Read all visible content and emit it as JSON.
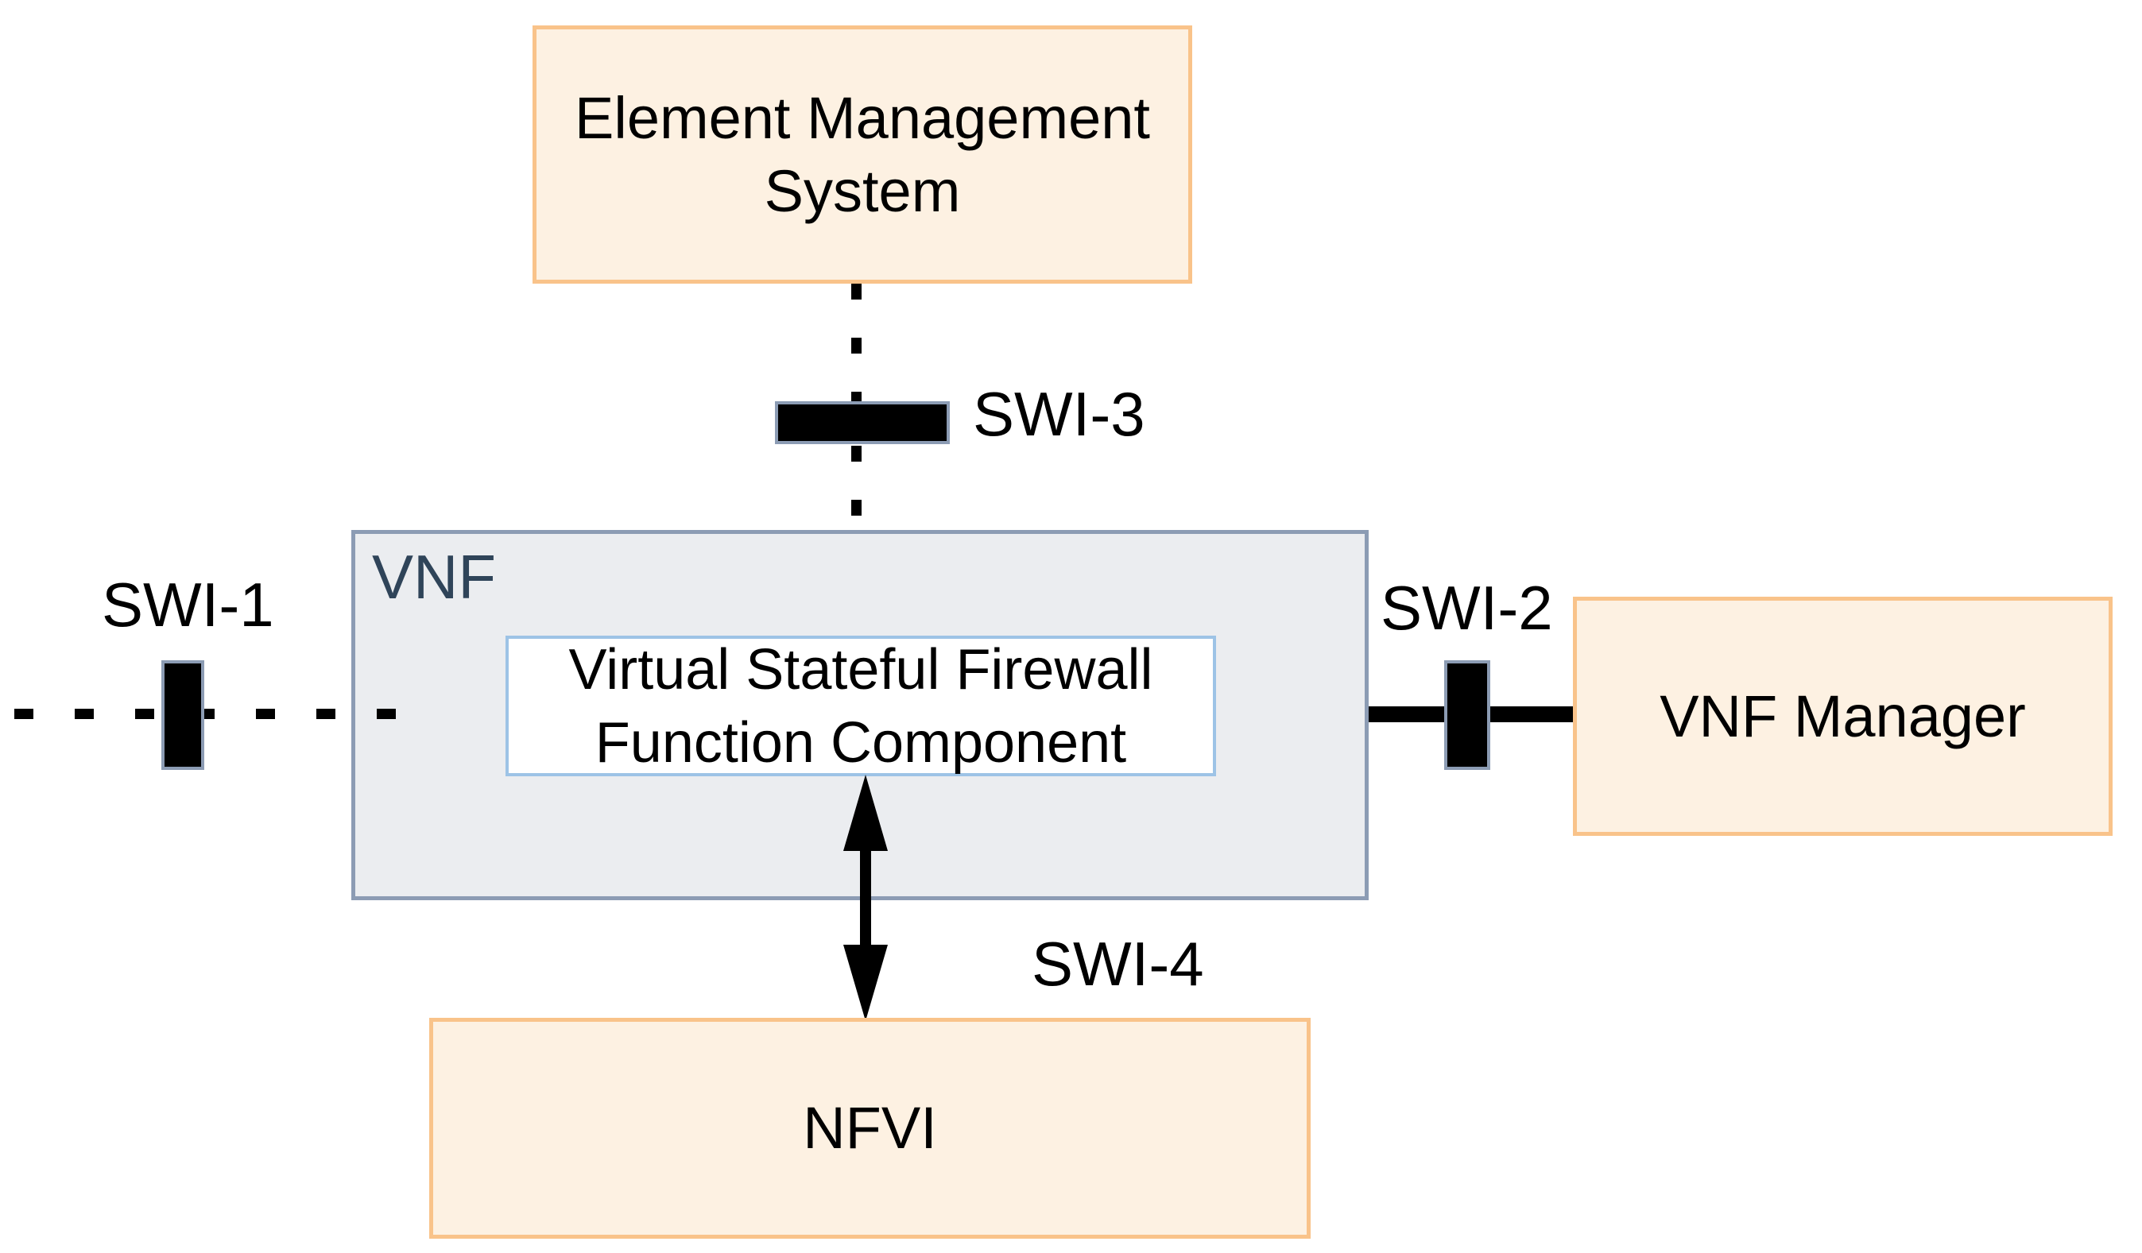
{
  "diagram": {
    "boxes": {
      "ems": {
        "lines": [
          "Element Management",
          "System"
        ]
      },
      "vnf": {
        "label": "VNF"
      },
      "vsfc": {
        "lines": [
          "Virtual Stateful Firewall",
          "Function Component"
        ]
      },
      "vnf_manager": {
        "label": "VNF Manager"
      },
      "nfvi": {
        "label": "NFVI"
      }
    },
    "interfaces": {
      "swi1": {
        "label": "SWI-1"
      },
      "swi2": {
        "label": "SWI-2"
      },
      "swi3": {
        "label": "SWI-3"
      },
      "swi4": {
        "label": "SWI-4"
      }
    },
    "colors": {
      "box_fill_orange": "#FDF1E2",
      "box_border_orange": "#F9C38A",
      "vnf_fill": "#EBEDF0",
      "vnf_border": "#8C9CB4",
      "inner_box_border": "#9DC3E6",
      "vnf_label_color": "#2F4459",
      "connector_color": "#000000",
      "text_color": "#000000",
      "background": "#FFFFFF"
    }
  }
}
